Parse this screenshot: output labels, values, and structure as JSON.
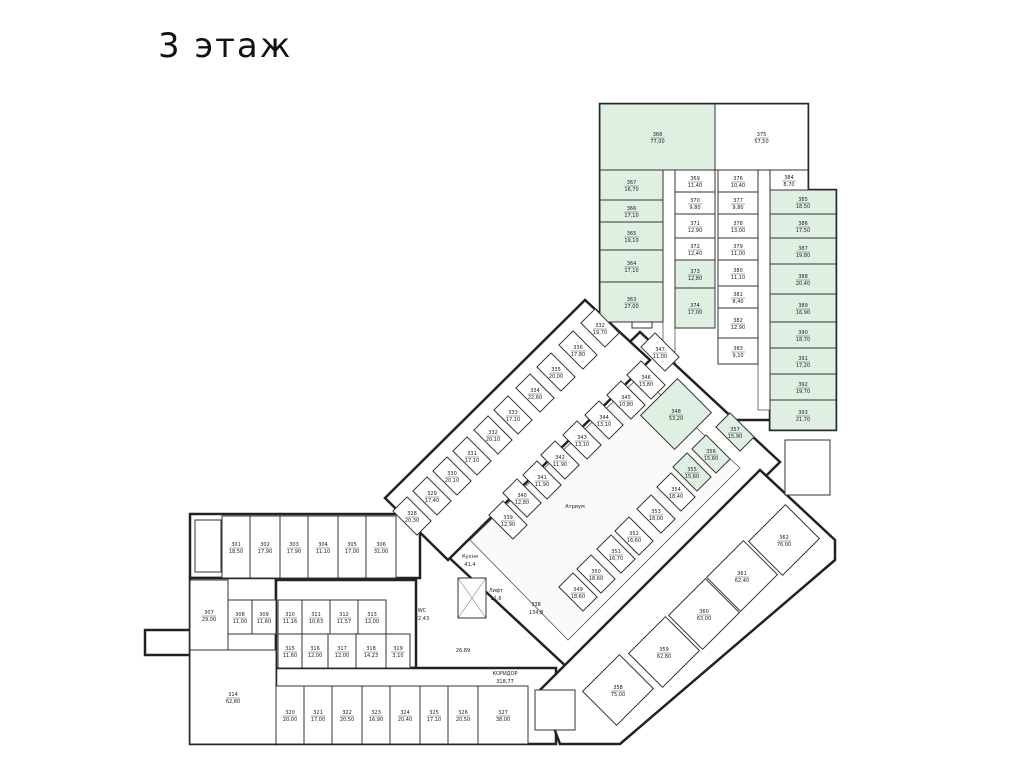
{
  "title": "3 этаж",
  "colors": {
    "sold": "#dff0e3",
    "free": "#ffffff",
    "wall": "#222222"
  },
  "labels": {
    "kitchen": "Кухня",
    "kitchen_area": "41,4",
    "lift": "Лифт",
    "lift_area": "11,6",
    "atrium": "Атриум",
    "corridor": "КОРИДОР",
    "corridor_area": "318,77",
    "hall_num": "338",
    "hall_area": "134,8",
    "wc_num": "WC",
    "wc_area": "22,43",
    "wc2_area": "26,89"
  },
  "rooms": {
    "r368": {
      "num": "368",
      "area": "77,00"
    },
    "r375": {
      "num": "375",
      "area": "57,50"
    },
    "r367": {
      "num": "367",
      "area": "16,70"
    },
    "r366": {
      "num": "366",
      "area": "17,10"
    },
    "r365": {
      "num": "365",
      "area": "19,10"
    },
    "r364": {
      "num": "364",
      "area": "17,10"
    },
    "r363": {
      "num": "363",
      "area": "27,00"
    },
    "r369": {
      "num": "369",
      "area": "11,40"
    },
    "r370": {
      "num": "370",
      "area": "9,80"
    },
    "r371": {
      "num": "371",
      "area": "12,90"
    },
    "r372": {
      "num": "372",
      "area": "12,40"
    },
    "r373": {
      "num": "373",
      "area": "12,80"
    },
    "r374": {
      "num": "374",
      "area": "17,00"
    },
    "r376": {
      "num": "376",
      "area": "10,40"
    },
    "r377": {
      "num": "377",
      "area": "9,80"
    },
    "r378": {
      "num": "378",
      "area": "13,00"
    },
    "r379": {
      "num": "379",
      "area": "11,00"
    },
    "r380": {
      "num": "380",
      "area": "11,10"
    },
    "r381": {
      "num": "381",
      "area": "8,40"
    },
    "r382": {
      "num": "382",
      "area": "12,90"
    },
    "r383": {
      "num": "383",
      "area": "9,10"
    },
    "r384": {
      "num": "384",
      "area": "8,70"
    },
    "r385": {
      "num": "385",
      "area": "18,50"
    },
    "r386": {
      "num": "386",
      "area": "17,50"
    },
    "r387": {
      "num": "387",
      "area": "19,80"
    },
    "r388": {
      "num": "388",
      "area": "20,40"
    },
    "r389": {
      "num": "389",
      "area": "16,90"
    },
    "r390": {
      "num": "390",
      "area": "18,70"
    },
    "r391": {
      "num": "391",
      "area": "17,20"
    },
    "r392": {
      "num": "392",
      "area": "19,70"
    },
    "r393": {
      "num": "393",
      "area": "21,70"
    },
    "r347": {
      "num": "347",
      "area": "11,00"
    },
    "r346": {
      "num": "346",
      "area": "13,80"
    },
    "r345": {
      "num": "345",
      "area": "10,80"
    },
    "r344": {
      "num": "344",
      "area": "13,10"
    },
    "r343": {
      "num": "343",
      "area": "13,10"
    },
    "r342": {
      "num": "342",
      "area": "11,90"
    },
    "r341": {
      "num": "341",
      "area": "11,90"
    },
    "r340": {
      "num": "340",
      "area": "12,80"
    },
    "r339": {
      "num": "339",
      "area": "12,90"
    },
    "r348": {
      "num": "348",
      "area": "53,20"
    },
    "r357": {
      "num": "357",
      "area": "15,90"
    },
    "r356": {
      "num": "356",
      "area": "15,60"
    },
    "r355": {
      "num": "355",
      "area": "15,60"
    },
    "r354": {
      "num": "354",
      "area": "18,40"
    },
    "r353": {
      "num": "353",
      "area": "18,00"
    },
    "r352": {
      "num": "352",
      "area": "16,60"
    },
    "r351": {
      "num": "351",
      "area": "16,70"
    },
    "r350": {
      "num": "350",
      "area": "18,60"
    },
    "r349": {
      "num": "349",
      "area": "18,60"
    },
    "r332": {
      "num": "332",
      "area": "19,70"
    },
    "r336": {
      "num": "336",
      "area": "17,80"
    },
    "r335": {
      "num": "335",
      "area": "20,00"
    },
    "r334": {
      "num": "334",
      "area": "22,60"
    },
    "r333": {
      "num": "333",
      "area": "17,10"
    },
    "r332b": {
      "num": "332",
      "area": "20,10"
    },
    "r331": {
      "num": "331",
      "area": "17,10"
    },
    "r330": {
      "num": "330",
      "area": "20,10"
    },
    "r329": {
      "num": "329",
      "area": "17,40"
    },
    "r328": {
      "num": "328",
      "area": "20,30"
    },
    "r301": {
      "num": "301",
      "area": "18,50"
    },
    "r302": {
      "num": "302",
      "area": "17,90"
    },
    "r303": {
      "num": "303",
      "area": "17,90"
    },
    "r304": {
      "num": "304",
      "area": "11,10"
    },
    "r305": {
      "num": "305",
      "area": "17,00"
    },
    "r306": {
      "num": "306",
      "area": "31,00"
    },
    "r307": {
      "num": "307",
      "area": "29,00"
    },
    "r308": {
      "num": "308",
      "area": "11,00"
    },
    "r309": {
      "num": "309",
      "area": "11,60"
    },
    "r310": {
      "num": "310",
      "area": "11,16"
    },
    "r311": {
      "num": "311",
      "area": "10,63"
    },
    "r312": {
      "num": "312",
      "area": "11,57"
    },
    "r313": {
      "num": "313",
      "area": "12,00"
    },
    "r314": {
      "num": "314",
      "area": "62,80"
    },
    "r315": {
      "num": "315",
      "area": "11,60"
    },
    "r316": {
      "num": "316",
      "area": "12,00"
    },
    "r317": {
      "num": "317",
      "area": "12,00"
    },
    "r318": {
      "num": "318",
      "area": "14,23"
    },
    "r319": {
      "num": "319",
      "area": "3,10"
    },
    "r320": {
      "num": "320",
      "area": "20,00"
    },
    "r321": {
      "num": "321",
      "area": "17,00"
    },
    "r322": {
      "num": "322",
      "area": "20,50"
    },
    "r323": {
      "num": "323",
      "area": "16,90"
    },
    "r324": {
      "num": "324",
      "area": "20,40"
    },
    "r325": {
      "num": "325",
      "area": "17,10"
    },
    "r326": {
      "num": "326",
      "area": "20,50"
    },
    "r327": {
      "num": "327",
      "area": "38,00"
    },
    "r358": {
      "num": "358",
      "area": "75,00"
    },
    "r359": {
      "num": "359",
      "area": "62,80"
    },
    "r360": {
      "num": "360",
      "area": "63,00"
    },
    "r361": {
      "num": "361",
      "area": "62,40"
    },
    "r362": {
      "num": "362",
      "area": "76,00"
    }
  }
}
